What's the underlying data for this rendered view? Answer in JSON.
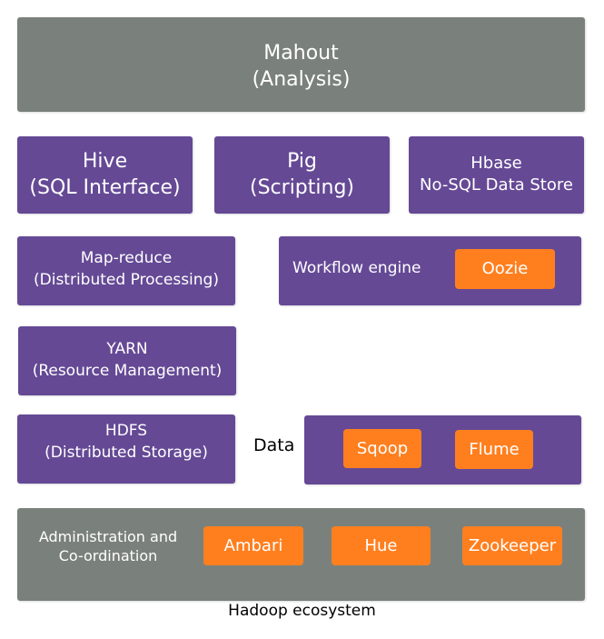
{
  "colors": {
    "gray_box": "#7a817d",
    "purple_box": "#654995",
    "orange_box": "#ff7f1f",
    "text_on_box": "#ffffff",
    "caption_text": "#000000"
  },
  "mahout": {
    "line1": "Mahout",
    "line2": "(Analysis)"
  },
  "hive": {
    "line1": "Hive",
    "line2": "(SQL Interface)"
  },
  "pig": {
    "line1": "Pig",
    "line2": "(Scripting)"
  },
  "hbase": {
    "line1": "Hbase",
    "line2": "No-SQL Data Store"
  },
  "mapreduce": {
    "line1": "Map-reduce",
    "line2": "(Distributed Processing)"
  },
  "workflow": {
    "label": "Workflow engine",
    "oozie": "Oozie"
  },
  "yarn": {
    "line1": "YARN",
    "line2": "(Resource Management)"
  },
  "hdfs": {
    "line1": "HDFS",
    "line2": "(Distributed Storage)"
  },
  "data": {
    "label": "Data",
    "sqoop": "Sqoop",
    "flume": "Flume"
  },
  "admin": {
    "line1": "Administration and",
    "line2": "Co-ordination",
    "ambari": "Ambari",
    "hue": "Hue",
    "zookeeper": "Zookeeper"
  },
  "caption": "Hadoop ecosystem"
}
